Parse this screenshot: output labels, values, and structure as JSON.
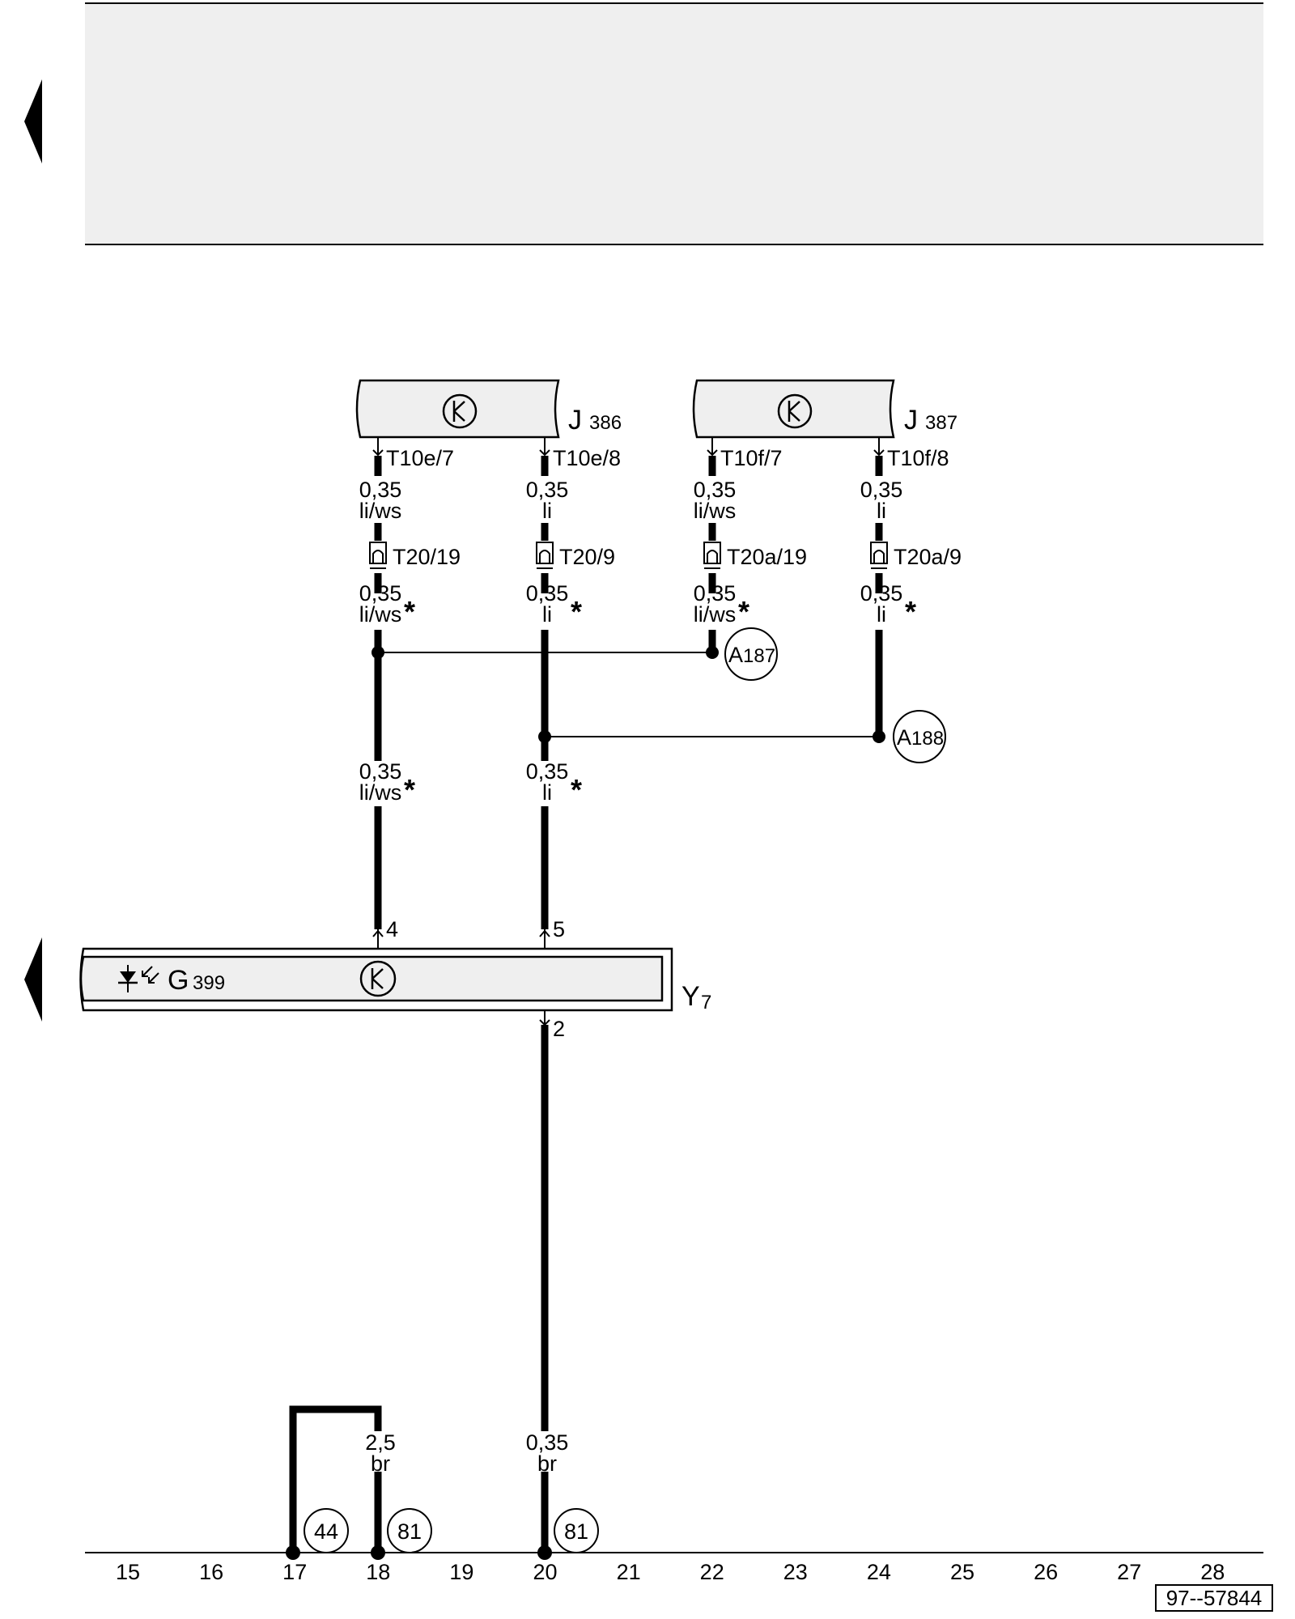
{
  "navigation": {
    "prev_top": "previous-page",
    "prev_mid": "previous-section"
  },
  "components": {
    "j386": {
      "letter": "J",
      "number": "386"
    },
    "j387": {
      "letter": "J",
      "number": "387"
    },
    "g399": {
      "letter": "G",
      "number": "399"
    },
    "y7": {
      "letter": "Y",
      "number": "7"
    }
  },
  "connectors": {
    "t10e7": "T10e/7",
    "t10e8": "T10e/8",
    "t10f7": "T10f/7",
    "t10f8": "T10f/8",
    "t20_19": "T20/19",
    "t20_9": "T20/9",
    "t20a_19": "T20a/19",
    "t20a_9": "T20a/9"
  },
  "wires": {
    "size_035": "0,35",
    "size_25": "2,5",
    "color_liws": "li/ws",
    "color_li": "li",
    "color_br": "br",
    "optional_marker": "*"
  },
  "pins": {
    "p4": "4",
    "p5": "5",
    "p2": "2"
  },
  "splices": {
    "a187": {
      "letter": "A",
      "number": "187"
    },
    "a188": {
      "letter": "A",
      "number": "188"
    }
  },
  "grounds": {
    "g44": "44",
    "g81a": "81",
    "g81b": "81"
  },
  "grid_numbers": [
    "15",
    "16",
    "17",
    "18",
    "19",
    "20",
    "21",
    "22",
    "23",
    "24",
    "25",
    "26",
    "27",
    "28"
  ],
  "reference": "97--57844",
  "colors": {
    "line": "#000000",
    "header_fill": "#efefef",
    "background": "#ffffff"
  }
}
